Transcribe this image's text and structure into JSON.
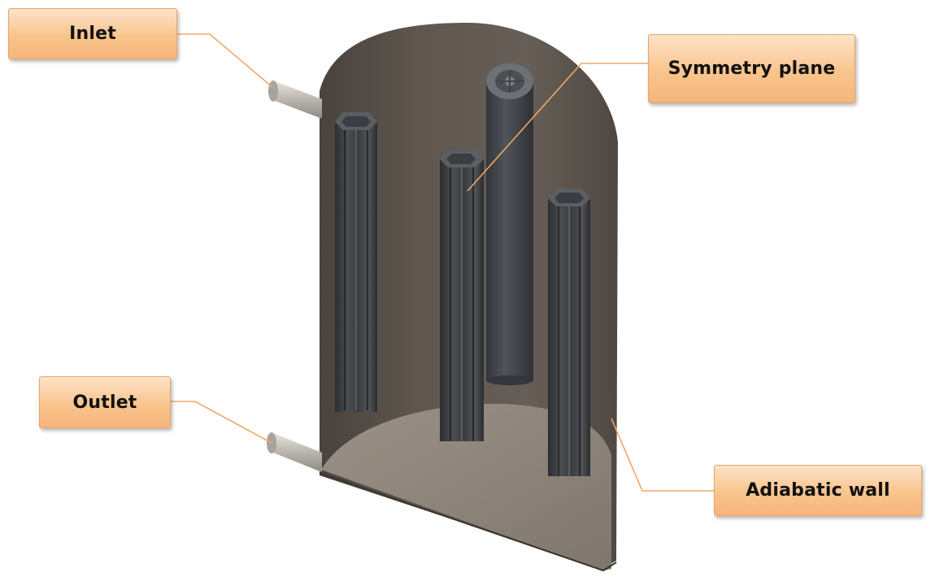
{
  "labels": {
    "inlet": "Inlet",
    "symmetry_plane": "Symmetry plane",
    "outlet": "Outlet",
    "adiabatic_wall": "Adiabatic wall"
  },
  "colors": {
    "callout_fill": "#f9c48d",
    "callout_border": "#e8a468",
    "leader_line": "#f0a868",
    "vessel_wall": "#5e554e",
    "vessel_floor": "#8d847a",
    "heater_rod": "#3f4246",
    "pipe": "#c7c3bd"
  }
}
